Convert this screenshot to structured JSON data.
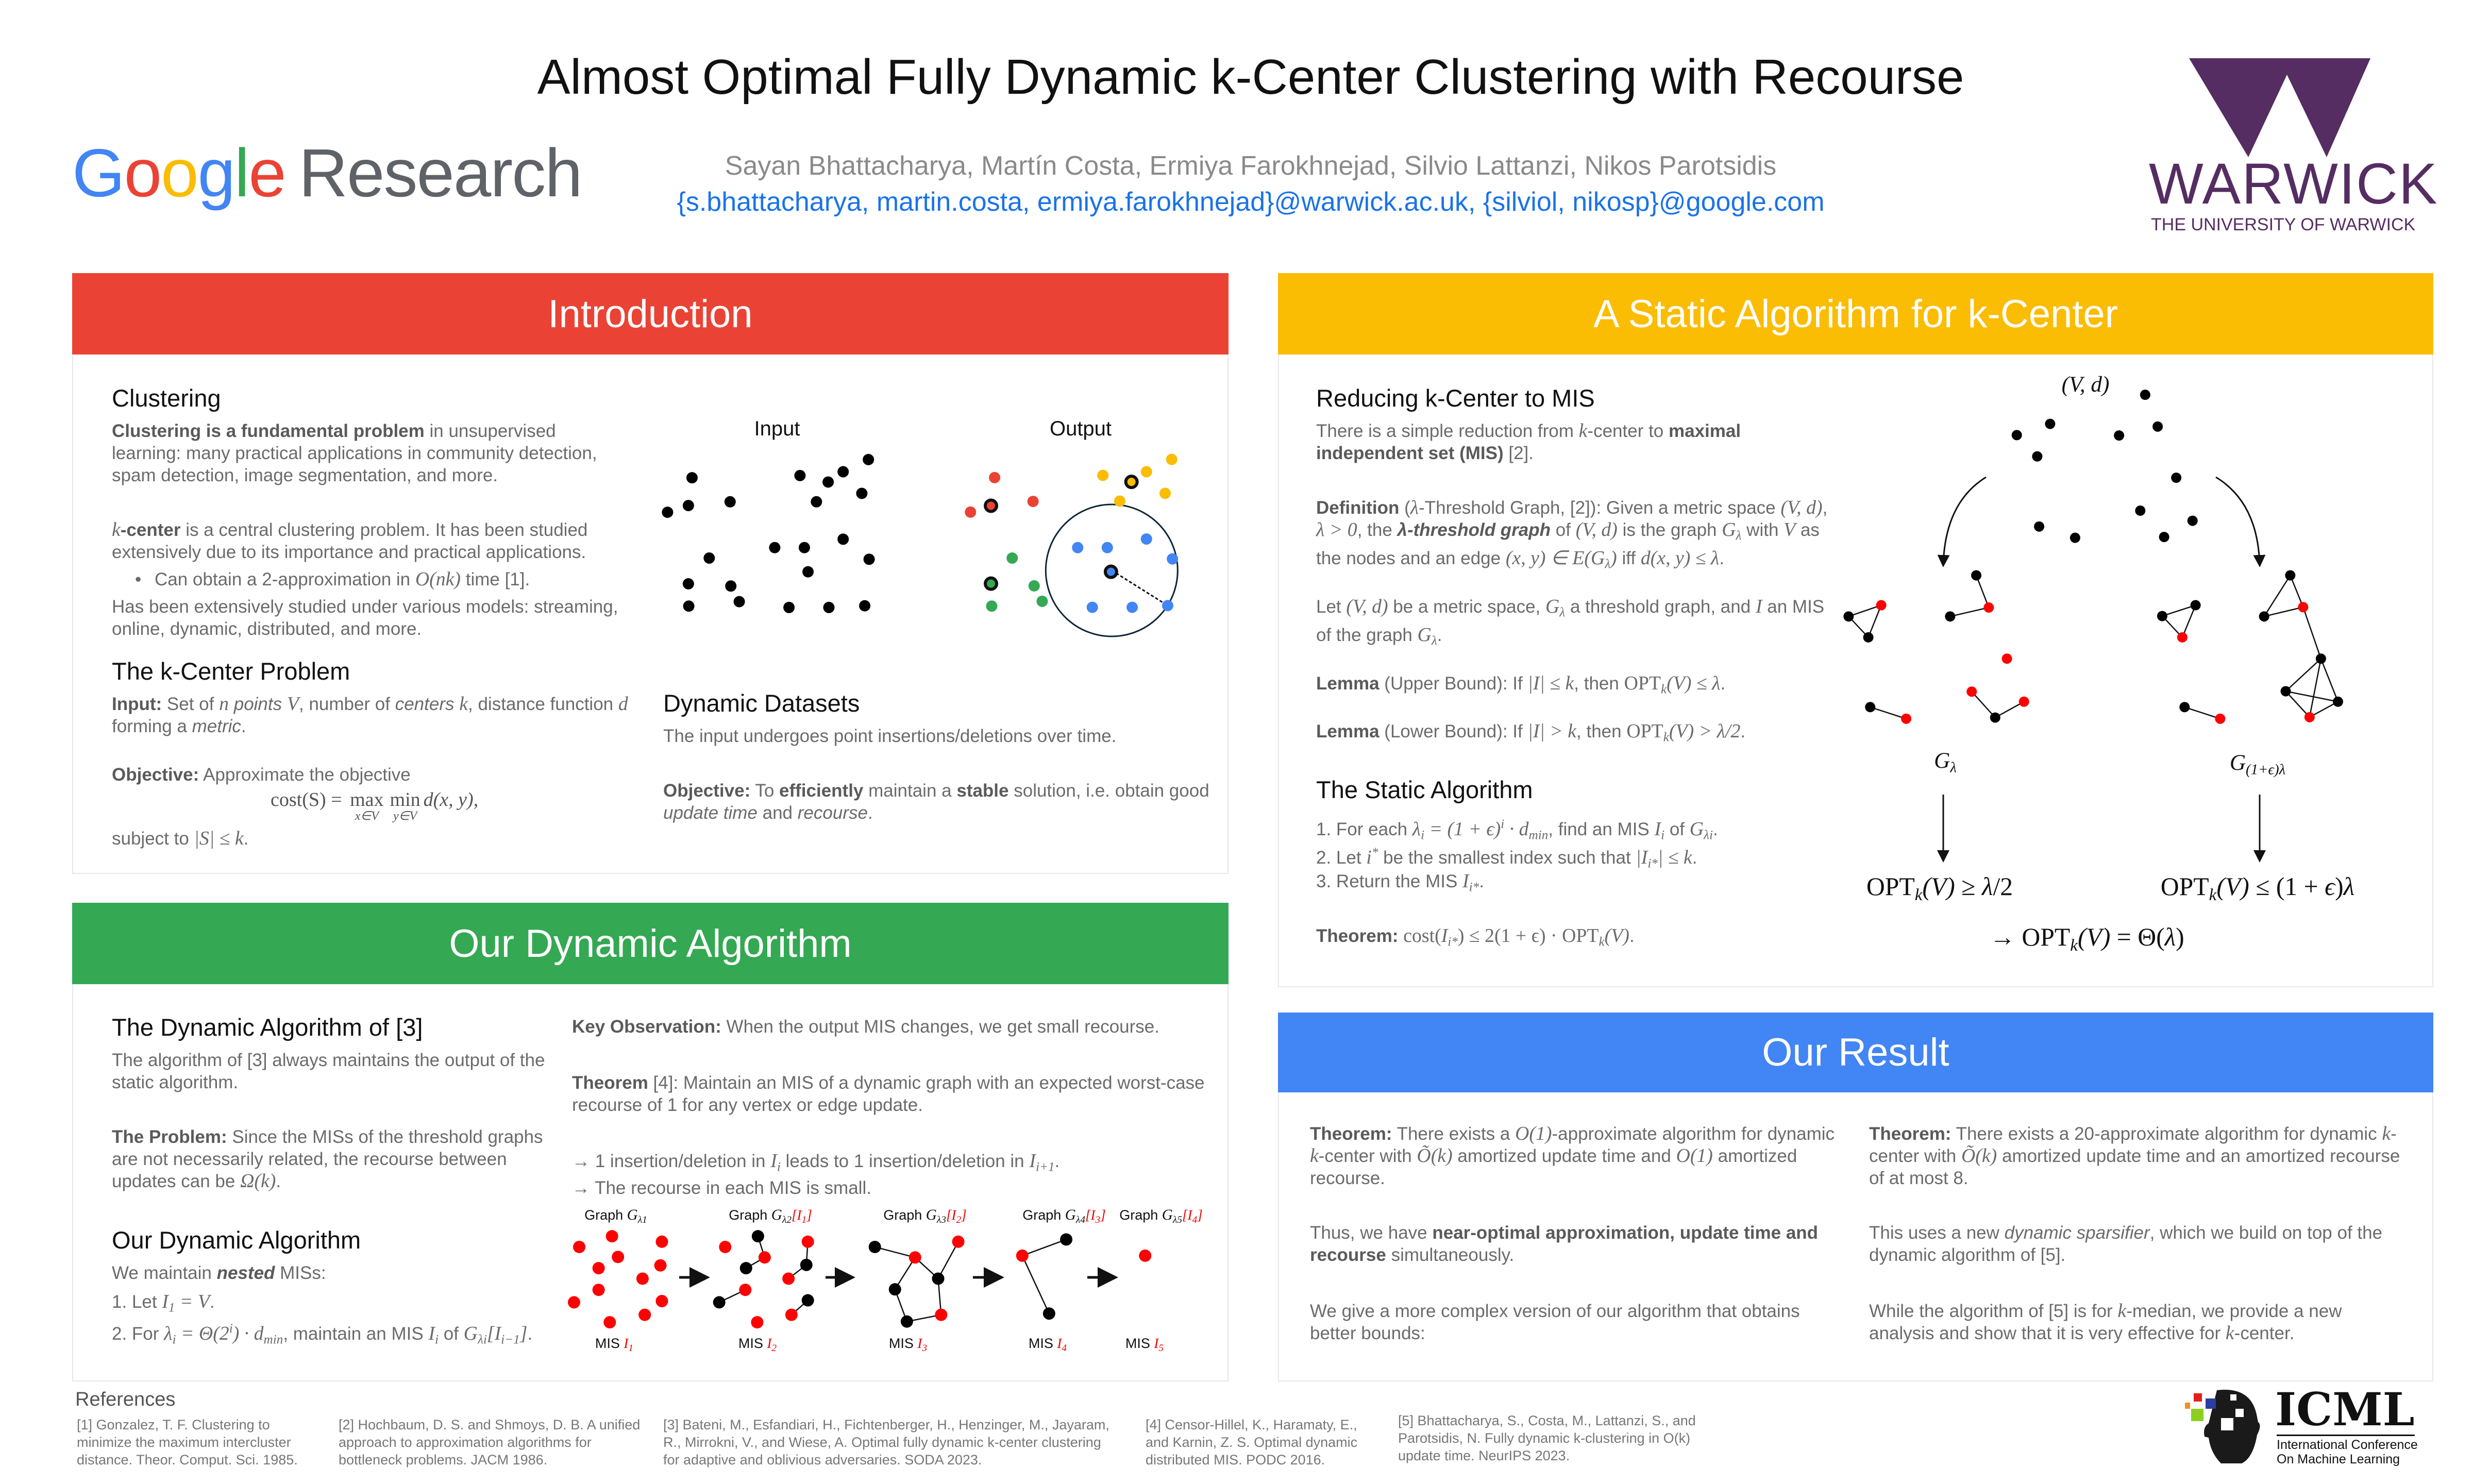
{
  "header": {
    "title": "Almost Optimal Fully Dynamic k-Center Clustering with Recourse",
    "authors": "Sayan Bhattacharya, Martín Costa, Ermiya Farokhnejad, Silvio Lattanzi, Nikos Parotsidis",
    "emails": "{s.bhattacharya, martin.costa, ermiya.farokhnejad}@warwick.ac.uk, {silviol, nikosp}@google.com",
    "google_logo": {
      "letters": [
        "G",
        "o",
        "o",
        "g",
        "l",
        "e"
      ],
      "colors": [
        "#4285F4",
        "#EA4335",
        "#FBBC04",
        "#4285F4",
        "#34A853",
        "#EA4335"
      ],
      "research": "Research"
    },
    "warwick_logo": {
      "name": "WARWICK",
      "sub": "THE UNIVERSITY OF WARWICK",
      "color": "#552D62"
    },
    "icml_logo": {
      "name": "ICML",
      "line1": "International Conference",
      "line2": "On Machine Learning"
    }
  },
  "colors": {
    "intro": "#EA4335",
    "static": "#FBBC04",
    "dynamic": "#34A853",
    "result": "#4285F4"
  },
  "intro": {
    "title": "Introduction",
    "clustering_heading": "Clustering",
    "p1": [
      [
        "b",
        "Clustering is a fundamental problem"
      ],
      [
        "n",
        " in unsupervised learning: many practical applications in community detection, spam detection, image segmentation, and more."
      ]
    ],
    "p2": [
      [
        "m",
        "k"
      ],
      [
        "b",
        "-center"
      ],
      [
        "n",
        " is a central clustering problem. It has been studied extensively due to its importance and practical applications."
      ]
    ],
    "bullet": [
      [
        "n",
        "Can obtain a 2-approximation in "
      ],
      [
        "m",
        "O(nk)"
      ],
      [
        "n",
        " time [1]."
      ]
    ],
    "p3": [
      [
        "n",
        "Has been extensively studied under various models: streaming, online, dynamic, distributed, and more."
      ]
    ],
    "kcenter_heading": "The k-Center Problem",
    "input": [
      [
        "b",
        "Input:"
      ],
      [
        "n",
        " Set of "
      ],
      [
        "m",
        "n"
      ],
      [
        "i",
        " points "
      ],
      [
        "m",
        "V"
      ],
      [
        "n",
        ", number of "
      ],
      [
        "i",
        "centers "
      ],
      [
        "m",
        "k"
      ],
      [
        "n",
        ", distance function "
      ],
      [
        "m",
        "d"
      ],
      [
        "n",
        " forming a "
      ],
      [
        "i",
        "metric"
      ],
      [
        "n",
        "."
      ]
    ],
    "objective": [
      [
        "b",
        "Objective:"
      ],
      [
        "n",
        " Approximate the objective"
      ]
    ],
    "formula": {
      "lhs": "cost(S) = ",
      "max": "max",
      "max_sub": "x∈V",
      "min": "min",
      "min_sub": "y∈V",
      "rhs": "d(x, y),"
    },
    "subject": [
      [
        "n",
        "subject to "
      ],
      [
        "m",
        "|S| ≤ k"
      ],
      [
        "n",
        "."
      ]
    ],
    "figure": {
      "input_label": "Input",
      "output_label": "Output"
    },
    "dynamic_heading": "Dynamic Datasets",
    "dynamic_p": [
      [
        "n",
        "The input undergoes point insertions/deletions over time."
      ]
    ],
    "dynamic_objective": [
      [
        "b",
        "Objective:"
      ],
      [
        "n",
        " To "
      ],
      [
        "b",
        "efficiently"
      ],
      [
        "n",
        " maintain a "
      ],
      [
        "b",
        "stable"
      ],
      [
        "n",
        " solution, i.e. obtain good "
      ],
      [
        "i",
        "update time"
      ],
      [
        "n",
        " and "
      ],
      [
        "i",
        "recourse"
      ],
      [
        "n",
        "."
      ]
    ]
  },
  "static": {
    "title": "A Static Algorithm for k-Center",
    "heading": "Reducing k-Center to MIS",
    "p1": [
      [
        "n",
        "There is a simple reduction from "
      ],
      [
        "m",
        "k"
      ],
      [
        "n",
        "-center to "
      ],
      [
        "b",
        "maximal independent set (MIS)"
      ],
      [
        "n",
        " [2]."
      ]
    ],
    "definition": [
      [
        "b",
        "Definition"
      ],
      [
        "n",
        " ("
      ],
      [
        "m",
        "λ"
      ],
      [
        "n",
        "-Threshold Graph, [2]): Given a metric space "
      ],
      [
        "m",
        "(V, d)"
      ],
      [
        "n",
        ", "
      ],
      [
        "m",
        "λ > 0"
      ],
      [
        "n",
        ", the "
      ],
      [
        "bi",
        "λ-threshold graph"
      ],
      [
        "n",
        " of "
      ],
      [
        "m",
        "(V, d)"
      ],
      [
        "n",
        " is the graph "
      ],
      [
        "m",
        "G"
      ],
      [
        "sub",
        "λ"
      ],
      [
        "n",
        " with "
      ],
      [
        "m",
        "V"
      ],
      [
        "n",
        " as the nodes and an edge "
      ],
      [
        "m",
        "(x, y) ∈ E(G"
      ],
      [
        "sub",
        "λ"
      ],
      [
        "m",
        ")"
      ],
      [
        "n",
        " iff "
      ],
      [
        "m",
        "d(x, y) ≤ λ"
      ],
      [
        "n",
        "."
      ]
    ],
    "let": [
      [
        "n",
        "Let "
      ],
      [
        "m",
        "(V, d)"
      ],
      [
        "n",
        " be a metric space, "
      ],
      [
        "m",
        "G"
      ],
      [
        "sub",
        "λ"
      ],
      [
        "n",
        " a threshold graph, and "
      ],
      [
        "m",
        "I"
      ],
      [
        "n",
        " an MIS of the graph "
      ],
      [
        "m",
        "G"
      ],
      [
        "sub",
        "λ"
      ],
      [
        "n",
        "."
      ]
    ],
    "lemma1": [
      [
        "b",
        "Lemma"
      ],
      [
        "n",
        " (Upper Bound): If "
      ],
      [
        "m",
        "|I| ≤ k"
      ],
      [
        "n",
        ", then "
      ],
      [
        "r",
        "OPT"
      ],
      [
        "sub",
        "k"
      ],
      [
        "m",
        "(V) ≤ λ"
      ],
      [
        "n",
        "."
      ]
    ],
    "lemma2": [
      [
        "b",
        "Lemma"
      ],
      [
        "n",
        " (Lower Bound): If "
      ],
      [
        "m",
        "|I| > k"
      ],
      [
        "n",
        ", then "
      ],
      [
        "r",
        "OPT"
      ],
      [
        "sub",
        "k"
      ],
      [
        "m",
        "(V) > λ/2"
      ],
      [
        "n",
        "."
      ]
    ],
    "algo_heading": "The Static Algorithm",
    "steps": [
      [
        [
          "n",
          "1.  For each "
        ],
        [
          "m",
          "λ"
        ],
        [
          "sub",
          "i"
        ],
        [
          "m",
          " = (1 + ϵ)"
        ],
        [
          "sup",
          "i"
        ],
        [
          "m",
          " · d"
        ],
        [
          "sub",
          "min"
        ],
        [
          "n",
          ", find an MIS "
        ],
        [
          "m",
          "I"
        ],
        [
          "sub",
          "i"
        ],
        [
          "n",
          " of "
        ],
        [
          "m",
          "G"
        ],
        [
          "sub",
          "λi"
        ],
        [
          "n",
          "."
        ]
      ],
      [
        [
          "n",
          "2.  Let "
        ],
        [
          "m",
          "i"
        ],
        [
          "sup",
          "*"
        ],
        [
          "n",
          " be the smallest index such that "
        ],
        [
          "m",
          "|I"
        ],
        [
          "sub",
          "i*"
        ],
        [
          "m",
          "| ≤ k"
        ],
        [
          "n",
          "."
        ]
      ],
      [
        [
          "n",
          "3.  Return the MIS "
        ],
        [
          "m",
          "I"
        ],
        [
          "sub",
          "i*"
        ],
        [
          "n",
          "."
        ]
      ]
    ],
    "theorem": [
      [
        "b",
        "Theorem:"
      ],
      [
        "n",
        " "
      ],
      [
        "r",
        "cost("
      ],
      [
        "m",
        "I"
      ],
      [
        "sub",
        "i*"
      ],
      [
        "r",
        ") ≤ 2(1 + ϵ) · OPT"
      ],
      [
        "sub",
        "k"
      ],
      [
        "m",
        "(V)"
      ],
      [
        "n",
        "."
      ]
    ],
    "diagram": {
      "space_label": [
        [
          "m",
          "(V, d)"
        ]
      ],
      "left_graph": [
        [
          "m",
          "G"
        ],
        [
          "sub",
          "λ"
        ]
      ],
      "right_graph": [
        [
          "m",
          "G"
        ],
        [
          "sub",
          "(1+ϵ)λ"
        ]
      ],
      "left_bound": [
        [
          "r",
          "OPT"
        ],
        [
          "sub",
          "k"
        ],
        [
          "m",
          "(V)"
        ],
        [
          "r",
          " ≥ "
        ],
        [
          "m",
          "λ"
        ],
        [
          "r",
          "/2"
        ]
      ],
      "right_bound": [
        [
          "r",
          "OPT"
        ],
        [
          "sub",
          "k"
        ],
        [
          "m",
          "(V)"
        ],
        [
          "r",
          " ≤ (1 + "
        ],
        [
          "m",
          "ϵ"
        ],
        [
          "r",
          ")"
        ],
        [
          "m",
          "λ"
        ]
      ],
      "conclusion": [
        [
          "r",
          "→ OPT"
        ],
        [
          "sub",
          "k"
        ],
        [
          "m",
          "(V)"
        ],
        [
          "r",
          " = Θ("
        ],
        [
          "m",
          "λ"
        ],
        [
          "r",
          ")"
        ]
      ]
    }
  },
  "dynamic": {
    "title": "Our Dynamic Algorithm",
    "h1": "The Dynamic Algorithm of [3]",
    "p1": [
      [
        "n",
        "The algorithm of [3] always maintains the output of the static algorithm."
      ]
    ],
    "problem": [
      [
        "b",
        "The Problem:"
      ],
      [
        "n",
        " Since the MISs of the threshold graphs are not necessarily related, the recourse between updates can be "
      ],
      [
        "m",
        "Ω(k)"
      ],
      [
        "n",
        "."
      ]
    ],
    "h2": "Our Dynamic Algorithm",
    "p2": [
      [
        "n",
        "We maintain "
      ],
      [
        "bi",
        "nested"
      ],
      [
        "n",
        " MISs:"
      ]
    ],
    "list1": [
      [
        "n",
        "1.  Let "
      ],
      [
        "m",
        "I"
      ],
      [
        "sub",
        "1"
      ],
      [
        "m",
        " = V"
      ],
      [
        "n",
        "."
      ]
    ],
    "list2": [
      [
        "n",
        "2.  For "
      ],
      [
        "m",
        "λ"
      ],
      [
        "sub",
        "i"
      ],
      [
        "m",
        " = Θ(2"
      ],
      [
        "sup",
        "i"
      ],
      [
        "m",
        ") · d"
      ],
      [
        "sub",
        "min"
      ],
      [
        "n",
        ", maintain an MIS "
      ],
      [
        "m",
        "I"
      ],
      [
        "sub",
        "i"
      ],
      [
        "n",
        " of "
      ],
      [
        "m",
        "G"
      ],
      [
        "sub",
        "λi"
      ],
      [
        "m",
        "[I"
      ],
      [
        "sub",
        "i−1"
      ],
      [
        "m",
        "]"
      ],
      [
        "n",
        "."
      ]
    ],
    "key": [
      [
        "b",
        "Key Observation:"
      ],
      [
        "n",
        " When the output MIS changes, we get small recourse."
      ]
    ],
    "theorem": [
      [
        "b",
        "Theorem"
      ],
      [
        "n",
        " [4]: Maintain an MIS of a dynamic graph with an expected worst-case recourse of 1 for any vertex or edge update."
      ]
    ],
    "arrow1": [
      [
        "n",
        "→ 1 insertion/deletion in "
      ],
      [
        "m",
        "I"
      ],
      [
        "sub",
        "i"
      ],
      [
        "n",
        " leads to 1 insertion/deletion in "
      ],
      [
        "m",
        "I"
      ],
      [
        "sub",
        "i+1"
      ],
      [
        "n",
        "."
      ]
    ],
    "arrow2": [
      [
        "n",
        "→ The recourse in each MIS is small."
      ]
    ],
    "graph_labels": [
      [
        [
          "n",
          "Graph "
        ],
        [
          "m",
          "G"
        ],
        [
          "sub",
          "λ1"
        ]
      ],
      [
        [
          "n",
          "Graph "
        ],
        [
          "m",
          "G"
        ],
        [
          "sub",
          "λ2"
        ],
        [
          "red",
          "[I"
        ],
        [
          "redsub",
          "1"
        ],
        [
          "red",
          "]"
        ]
      ],
      [
        [
          "n",
          "Graph "
        ],
        [
          "m",
          "G"
        ],
        [
          "sub",
          "λ3"
        ],
        [
          "red",
          "[I"
        ],
        [
          "redsub",
          "2"
        ],
        [
          "red",
          "]"
        ]
      ],
      [
        [
          "n",
          "Graph "
        ],
        [
          "m",
          "G"
        ],
        [
          "sub",
          "λ4"
        ],
        [
          "red",
          "[I"
        ],
        [
          "redsub",
          "3"
        ],
        [
          "red",
          "]"
        ]
      ],
      [
        [
          "n",
          "Graph "
        ],
        [
          "m",
          "G"
        ],
        [
          "sub",
          "λ5"
        ],
        [
          "red",
          "[I"
        ],
        [
          "redsub",
          "4"
        ],
        [
          "red",
          "]"
        ]
      ]
    ],
    "mis_labels": [
      [
        [
          "n",
          "MIS "
        ],
        [
          "red",
          "I"
        ],
        [
          "redsub",
          "1"
        ]
      ],
      [
        [
          "n",
          "MIS "
        ],
        [
          "red",
          "I"
        ],
        [
          "redsub",
          "2"
        ]
      ],
      [
        [
          "n",
          "MIS "
        ],
        [
          "red",
          "I"
        ],
        [
          "redsub",
          "3"
        ]
      ],
      [
        [
          "n",
          "MIS "
        ],
        [
          "red",
          "I"
        ],
        [
          "redsub",
          "4"
        ]
      ],
      [
        [
          "n",
          "MIS "
        ],
        [
          "red",
          "I"
        ],
        [
          "redsub",
          "5"
        ]
      ]
    ]
  },
  "result": {
    "title": "Our Result",
    "left": [
      [
        [
          "b",
          "Theorem:"
        ],
        [
          "n",
          " There exists a "
        ],
        [
          "m",
          "O(1)"
        ],
        [
          "n",
          "-approximate algorithm for dynamic "
        ],
        [
          "m",
          "k"
        ],
        [
          "n",
          "-center with "
        ],
        [
          "m",
          "Õ(k)"
        ],
        [
          "n",
          " amortized update time and "
        ],
        [
          "m",
          "O(1)"
        ],
        [
          "n",
          " amortized recourse."
        ]
      ],
      [
        [
          "n",
          "Thus, we have "
        ],
        [
          "b",
          "near-optimal approximation, update time and recourse"
        ],
        [
          "n",
          " simultaneously."
        ]
      ],
      [
        [
          "n",
          "We give a more complex version of our algorithm that obtains better bounds:"
        ]
      ]
    ],
    "right": [
      [
        [
          "b",
          "Theorem:"
        ],
        [
          "n",
          " There exists a 20-approximate algorithm for dynamic "
        ],
        [
          "m",
          "k"
        ],
        [
          "n",
          "-center with "
        ],
        [
          "m",
          "Õ(k)"
        ],
        [
          "n",
          " amortized update time and an amortized recourse of at most 8."
        ]
      ],
      [
        [
          "n",
          "This uses a new "
        ],
        [
          "i",
          "dynamic sparsifier"
        ],
        [
          "n",
          ", which we build on top of the dynamic algorithm of [5]."
        ]
      ],
      [
        [
          "n",
          "While the algorithm of [5] is for "
        ],
        [
          "m",
          "k"
        ],
        [
          "n",
          "-median, we provide a new analysis and show that it is very effective for "
        ],
        [
          "m",
          "k"
        ],
        [
          "n",
          "-center."
        ]
      ]
    ]
  },
  "references": {
    "heading": "References",
    "items": [
      "[1] Gonzalez, T. F. Clustering to minimize the maximum intercluster distance. Theor. Comput. Sci. 1985.",
      "[2] Hochbaum, D. S. and Shmoys, D. B. A unified approach to approximation algorithms for bottleneck problems. JACM 1986.",
      "[3] Bateni, M., Esfandiari, H., Fichtenberger, H., Henzinger, M., Jayaram, R., Mirrokni, V., and Wiese, A. Optimal fully dynamic k-center clustering for adaptive and oblivious adversaries. SODA 2023.",
      "[4] Censor-Hillel, K., Haramaty, E., and Karnin, Z. S. Optimal dynamic distributed MIS. PODC 2016.",
      "[5] Bhattacharya, S., Costa, M., Lattanzi, S., and Parotsidis, N. Fully dynamic k-clustering in O(k) update time. NeurIPS 2023."
    ]
  }
}
